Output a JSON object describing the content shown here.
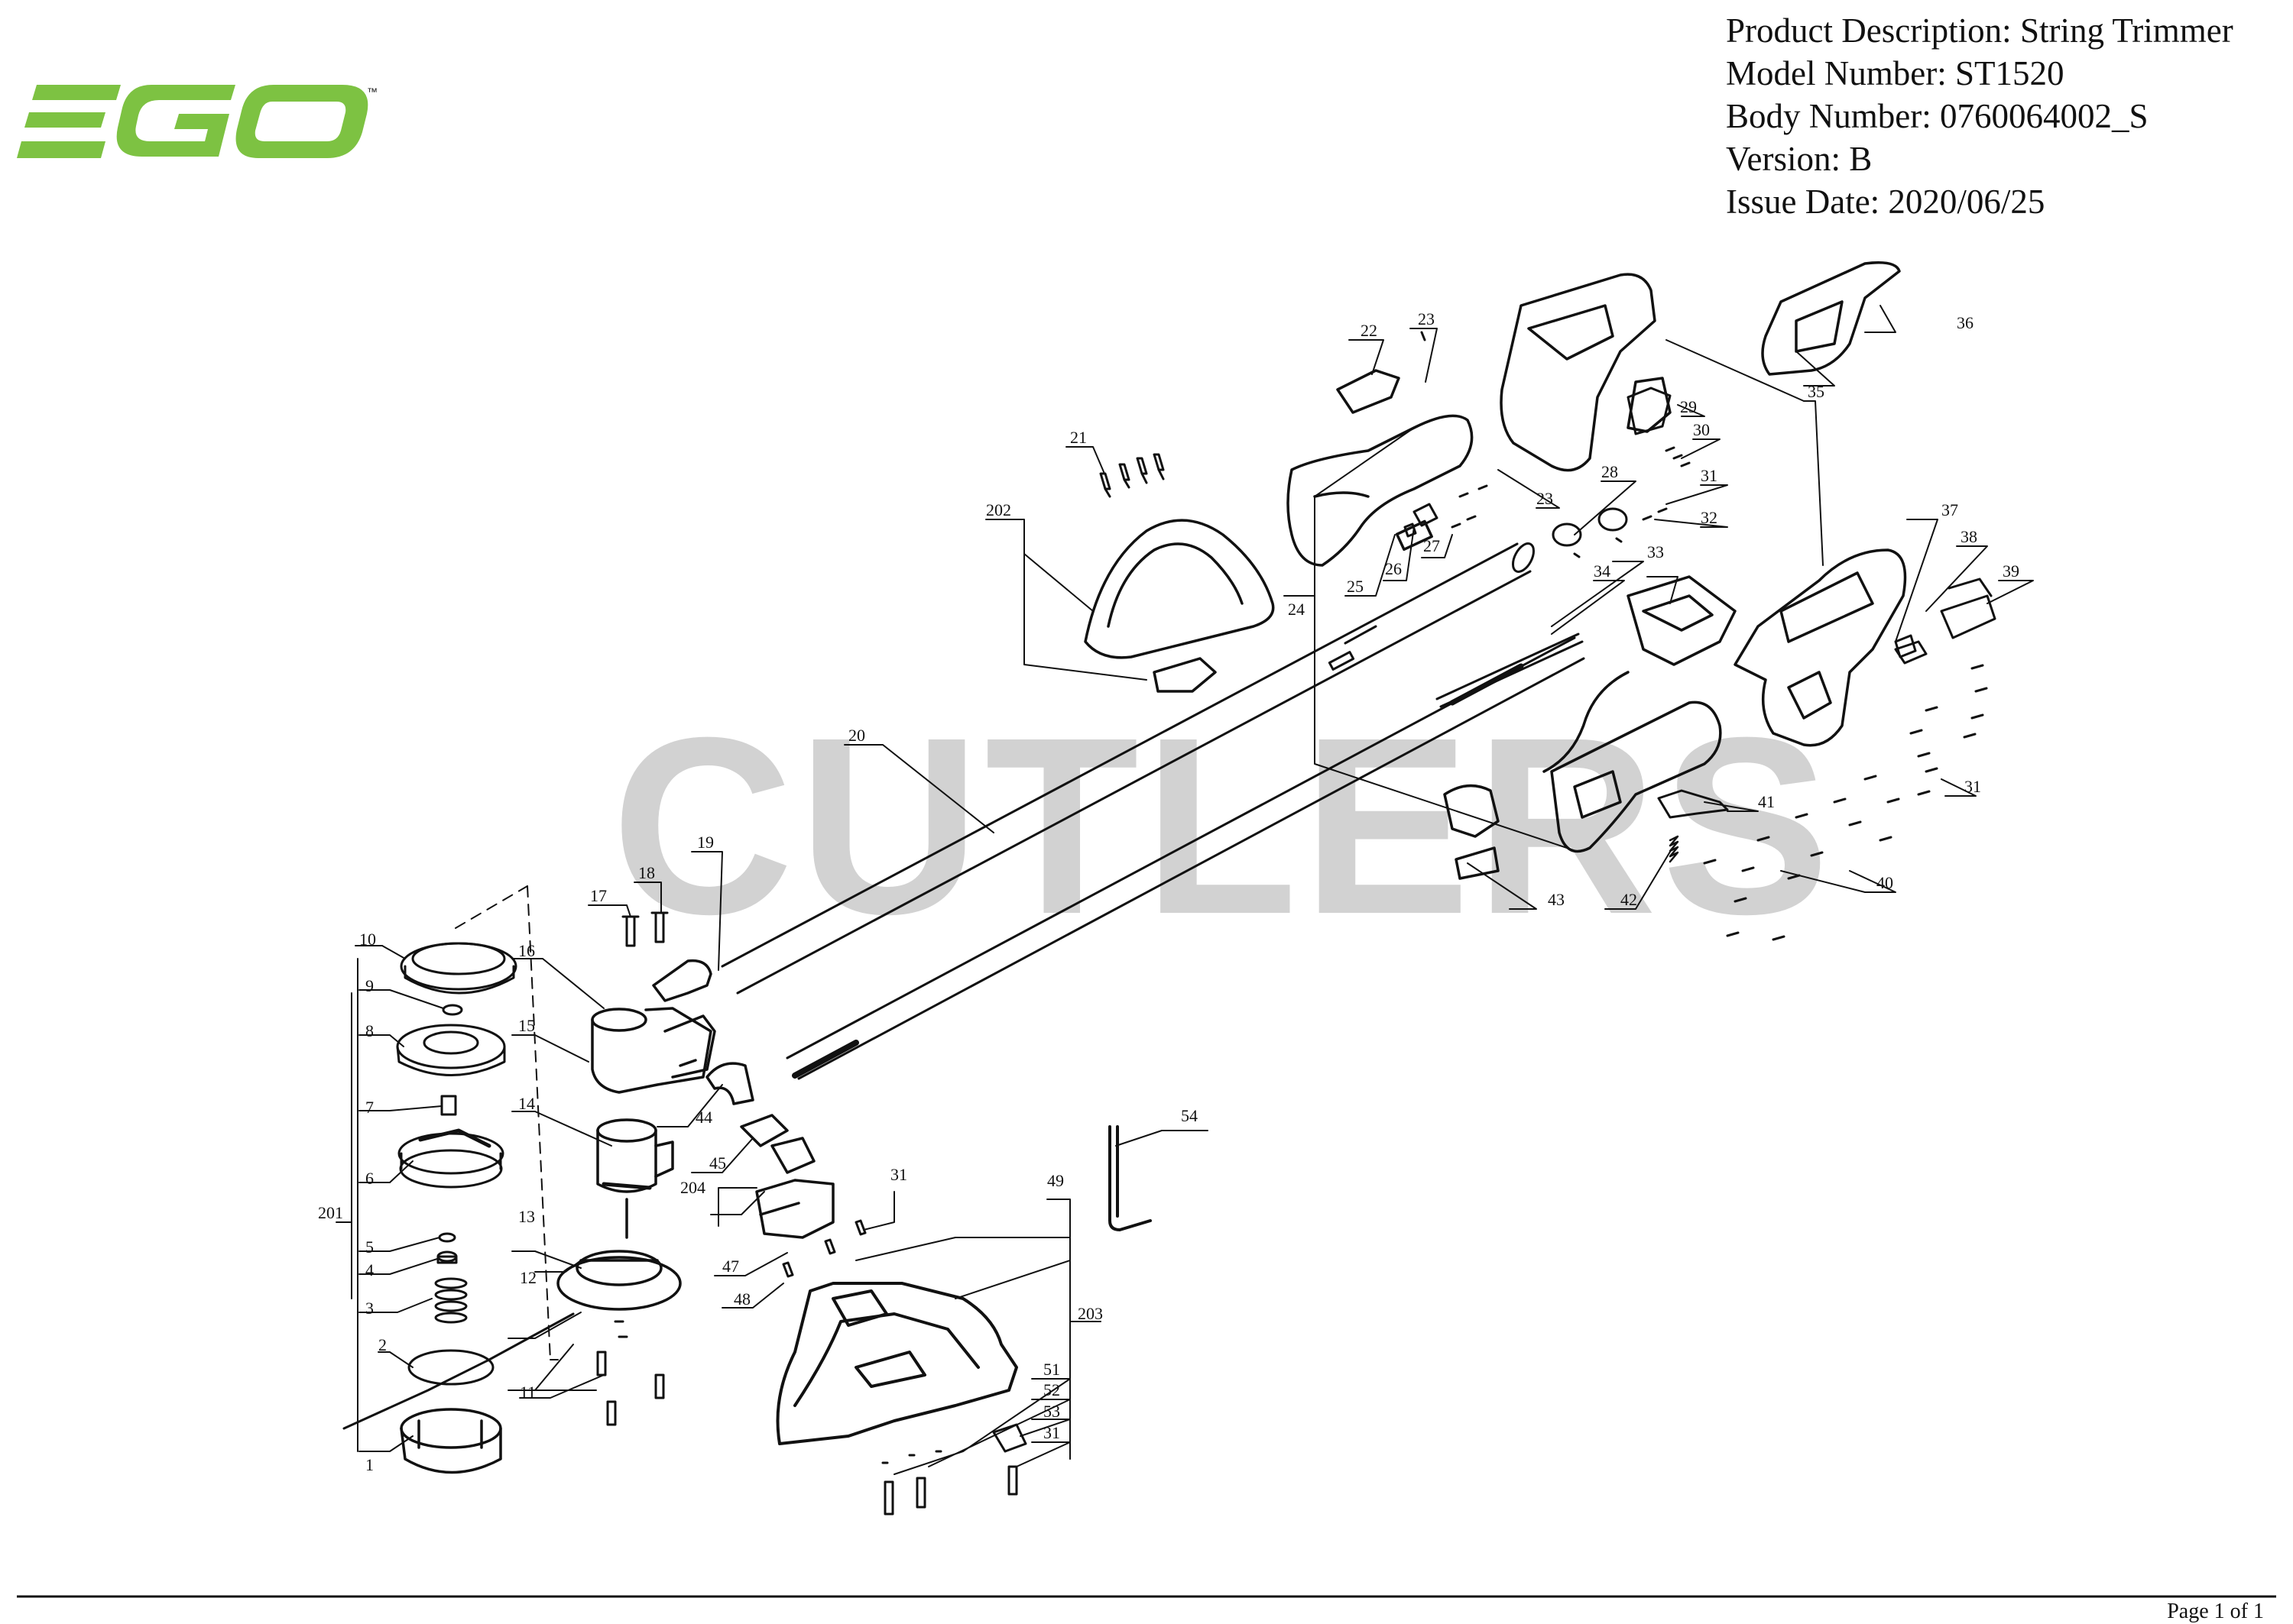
{
  "header": {
    "product_description": "Product Description: String Trimmer",
    "model_number": "Model Number: ST1520",
    "body_number": "Body Number: 0760064002_S",
    "version": "Version: B",
    "issue_date": "Issue Date: 2020/06/25"
  },
  "logo": {
    "text": "EGO",
    "trademark": "™",
    "color": "#7dc242"
  },
  "watermark": {
    "text": "CUTLERS",
    "color": "#cfcfcf"
  },
  "footer": {
    "page": "Page 1 of 1"
  },
  "callouts": [
    "1",
    "2",
    "3",
    "4",
    "5",
    "6",
    "7",
    "8",
    "9",
    "10",
    "11",
    "12",
    "13",
    "14",
    "15",
    "16",
    "17",
    "18",
    "19",
    "20",
    "21",
    "202",
    "22",
    "23",
    "23",
    "24",
    "25",
    "26",
    "27",
    "28",
    "29",
    "30",
    "31",
    "32",
    "33",
    "34",
    "35",
    "36",
    "37",
    "38",
    "39",
    "31",
    "40",
    "41",
    "42",
    "43",
    "44",
    "45",
    "204",
    "201",
    "31",
    "47",
    "48",
    "49",
    "203",
    "51",
    "52",
    "53",
    "31",
    "54"
  ]
}
